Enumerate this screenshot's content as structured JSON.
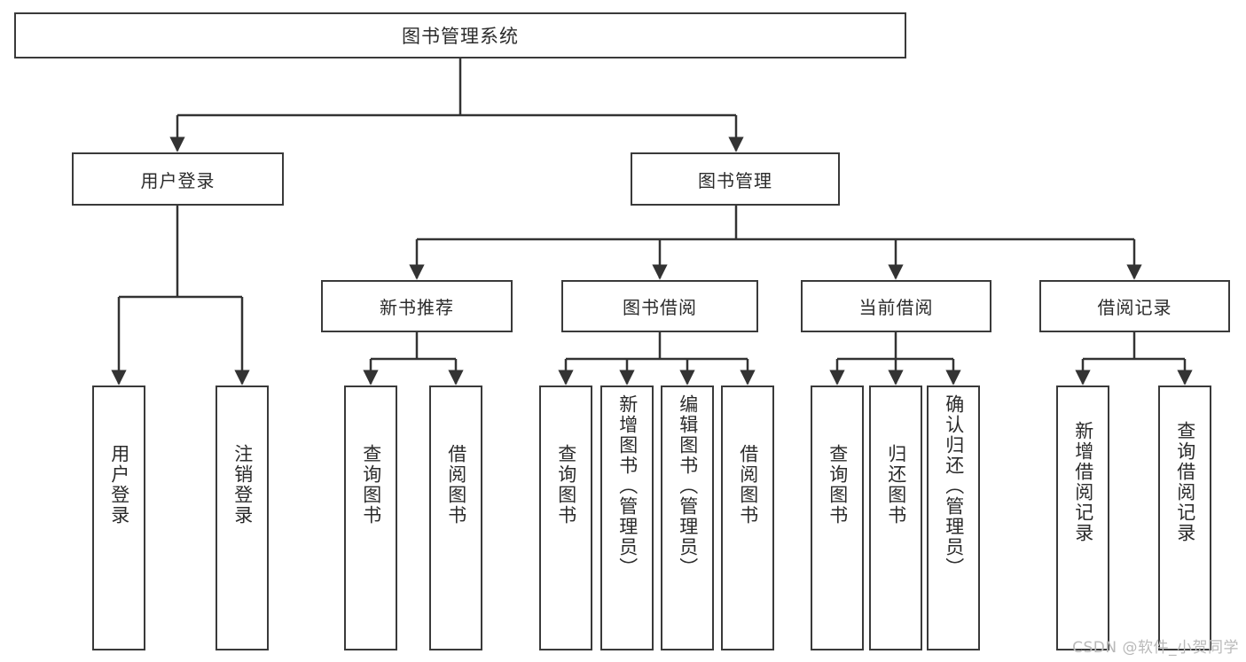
{
  "diagram": {
    "type": "tree",
    "title": "图书管理系统",
    "root": {
      "label": "图书管理系统"
    },
    "level2": [
      {
        "label": "用户登录"
      },
      {
        "label": "图书管理"
      }
    ],
    "level3": [
      {
        "label": "新书推荐"
      },
      {
        "label": "图书借阅"
      },
      {
        "label": "当前借阅"
      },
      {
        "label": "借阅记录"
      }
    ],
    "leaves": {
      "user_login": [
        {
          "label": "用户登录"
        },
        {
          "label": "注销登录"
        }
      ],
      "new_book_recommend": [
        {
          "label": "查询图书"
        },
        {
          "label": "借阅图书"
        }
      ],
      "book_borrow": [
        {
          "label": "查询图书"
        },
        {
          "label": "新增图书（管理员）"
        },
        {
          "label": "编辑图书（管理员）"
        },
        {
          "label": "借阅图书"
        }
      ],
      "current_borrow": [
        {
          "label": "查询图书"
        },
        {
          "label": "归还图书"
        },
        {
          "label": "确认归还（管理员）"
        }
      ],
      "borrow_record": [
        {
          "label": "新增借阅记录"
        },
        {
          "label": "查询借阅记录"
        }
      ]
    }
  },
  "watermark": {
    "text": "CSDN @软件_小贺同学"
  },
  "colors": {
    "border": "#3a3a3a",
    "text": "#2b2b2b",
    "background": "#ffffff",
    "edge": "#333333",
    "watermark": "#b9b9b9"
  }
}
